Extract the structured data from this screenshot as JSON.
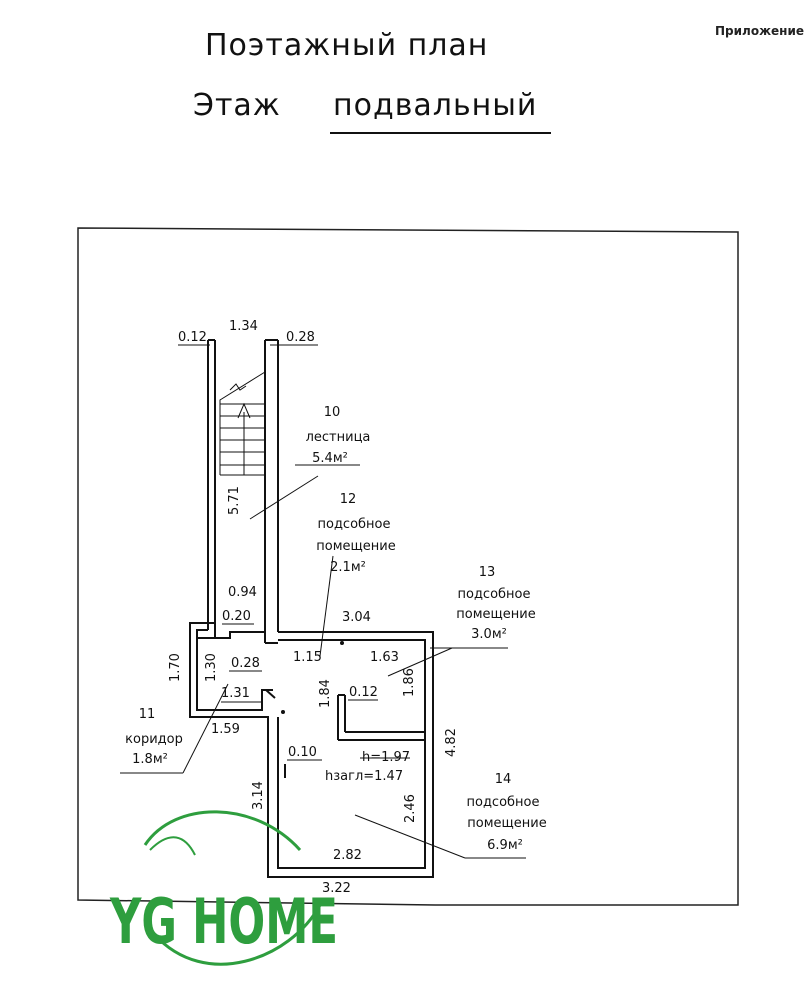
{
  "header": {
    "title_line1": "Поэтажный план",
    "title_floor_prefix": "Этаж",
    "title_floor_value": "подвальный",
    "appendix": "Приложение"
  },
  "dimensions": {
    "d_012": "0.12",
    "d_134": "1.34",
    "d_028_top": "0.28",
    "d_571": "5.71",
    "d_094": "0.94",
    "d_020": "0.20",
    "d_304": "3.04",
    "d_170": "1.70",
    "d_130": "1.30",
    "d_028_mid": "0.28",
    "d_131": "1.31",
    "d_159": "1.59",
    "d_115": "1.15",
    "d_163": "1.63",
    "d_184": "1.84",
    "d_012_mid": "0.12",
    "d_186": "1.86",
    "d_482": "4.82",
    "d_010": "0.10",
    "h": "h=1.97",
    "h_zagl": "hзагл=1.47",
    "d_314": "3.14",
    "d_246": "2.46",
    "d_282": "2.82",
    "d_322": "3.22"
  },
  "rooms": [
    {
      "number": "10",
      "name_line1": "лестница",
      "name_line2": "",
      "area": "5.4м²"
    },
    {
      "number": "11",
      "name_line1": "коридор",
      "name_line2": "",
      "area": "1.8м²"
    },
    {
      "number": "12",
      "name_line1": "подсобное",
      "name_line2": "помещение",
      "area": "2.1м²"
    },
    {
      "number": "13",
      "name_line1": "подсобное",
      "name_line2": "помещение",
      "area": "3.0м²"
    },
    {
      "number": "14",
      "name_line1": "подсобное",
      "name_line2": "помещение",
      "area": "6.9м²"
    }
  ],
  "watermark": {
    "text": "YG HOME",
    "color": "#2e9e3e"
  }
}
